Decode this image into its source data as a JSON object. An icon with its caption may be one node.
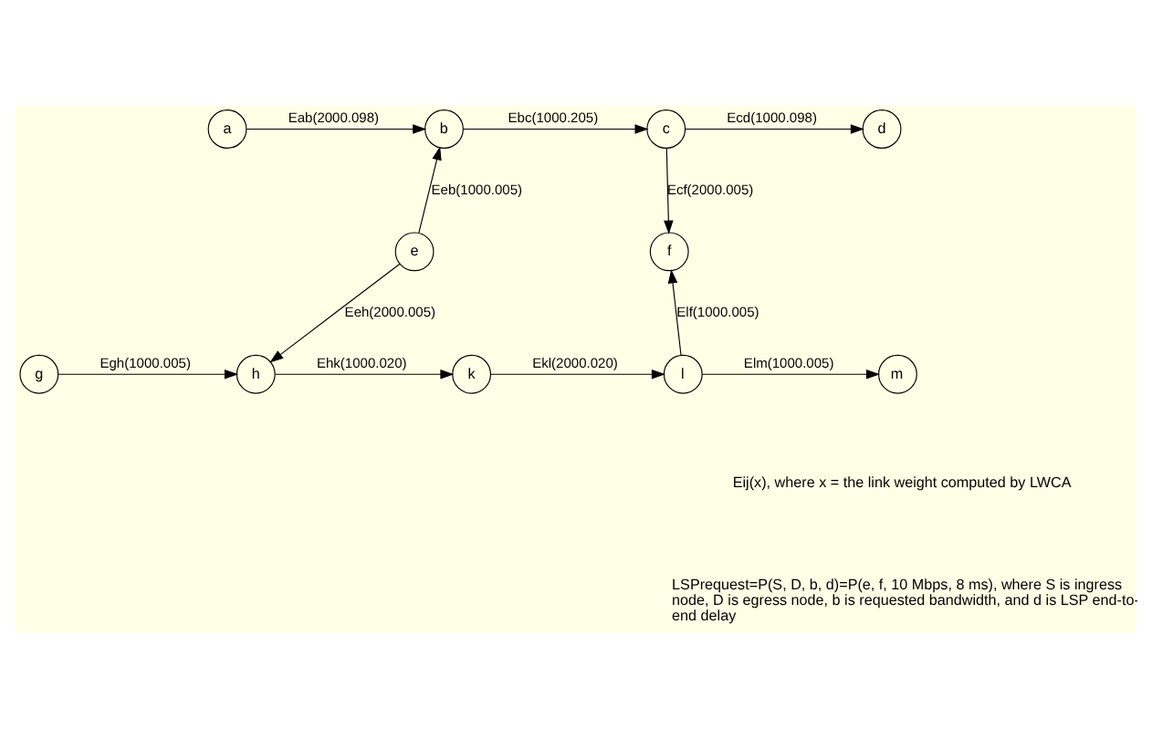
{
  "diagram": {
    "nodes": [
      {
        "text": [
          "a"
        ]
      },
      {
        "text": [
          "b"
        ]
      },
      {
        "text": [
          "c"
        ]
      },
      {
        "text": [
          "d"
        ]
      },
      {
        "text": [
          "e"
        ]
      },
      {
        "text": [
          "f"
        ]
      },
      {
        "text": [
          "g"
        ]
      },
      {
        "text": [
          "h"
        ]
      },
      {
        "text": [
          "k"
        ]
      },
      {
        "text": [
          "l"
        ]
      },
      {
        "text": [
          "m"
        ]
      }
    ],
    "edges": [
      {
        "from": 0,
        "to": 1,
        "arrow": "to",
        "label": "Eab(2000.098)"
      },
      {
        "from": 1,
        "to": 2,
        "arrow": "to",
        "label": "Ebc(1000.205)"
      },
      {
        "from": 2,
        "to": 3,
        "arrow": "to",
        "label": "Ecd(1000.098)"
      },
      {
        "from": 4,
        "to": 1,
        "arrow": "to",
        "label": "Eeb(1000.005)"
      },
      {
        "from": 2,
        "to": 5,
        "arrow": "to",
        "label": "Ecf(2000.005)"
      },
      {
        "from": 4,
        "to": 7,
        "arrow": "to",
        "label": "Eeh(2000.005)"
      },
      {
        "from": 9,
        "to": 5,
        "arrow": "to",
        "label": "Elf(1000.005)"
      },
      {
        "from": 6,
        "to": 7,
        "arrow": "to",
        "label": "Egh(1000.005)"
      },
      {
        "from": 7,
        "to": 8,
        "arrow": "to",
        "label": "Ehk(1000.020)"
      },
      {
        "from": 8,
        "to": 9,
        "arrow": "to",
        "label": "Ekl(2000.020)"
      },
      {
        "from": 9,
        "to": 10,
        "arrow": "to",
        "label": "Elm(1000.005)"
      }
    ],
    "labels": [
      "Eij(x), where x = the link weight computed by LWCA",
      "LSPrequest=P(S, D, b, d)=P(e, f, 10 Mbps, 8 ms), where S is ingress node, D is egress node, b is requested bandwidth, and d is LSP end-to-end delay"
    ]
  }
}
